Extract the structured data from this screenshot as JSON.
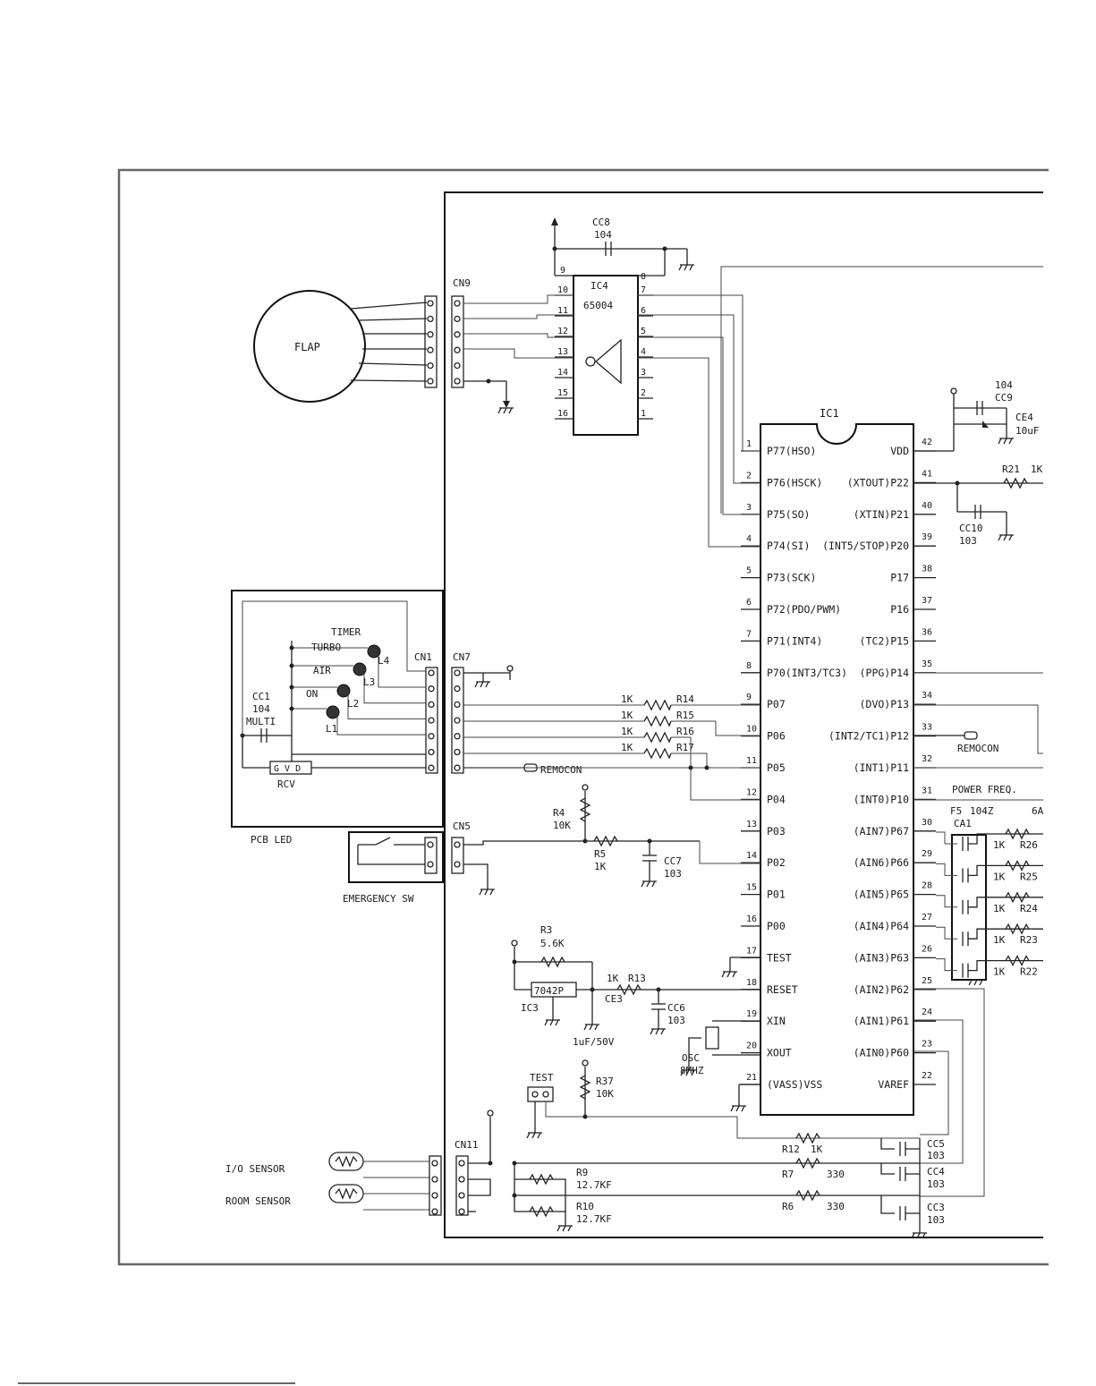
{
  "ic1": {
    "name": "IC1",
    "left_pins": [
      {
        "num": "1",
        "label": "P77(HSO)"
      },
      {
        "num": "2",
        "label": "P76(HSCK)"
      },
      {
        "num": "3",
        "label": "P75(SO)"
      },
      {
        "num": "4",
        "label": "P74(SI)"
      },
      {
        "num": "5",
        "label": "P73(SCK)"
      },
      {
        "num": "6",
        "label": "P72(PDO/PWM)"
      },
      {
        "num": "7",
        "label": "P71(INT4)"
      },
      {
        "num": "8",
        "label": "P70(INT3/TC3)"
      },
      {
        "num": "9",
        "label": "P07"
      },
      {
        "num": "10",
        "label": "P06"
      },
      {
        "num": "11",
        "label": "P05"
      },
      {
        "num": "12",
        "label": "P04"
      },
      {
        "num": "13",
        "label": "P03"
      },
      {
        "num": "14",
        "label": "P02"
      },
      {
        "num": "15",
        "label": "P01"
      },
      {
        "num": "16",
        "label": "P00"
      },
      {
        "num": "17",
        "label": "TEST"
      },
      {
        "num": "18",
        "label": "RESET"
      },
      {
        "num": "19",
        "label": "XIN"
      },
      {
        "num": "20",
        "label": "XOUT"
      },
      {
        "num": "21",
        "label": "(VASS)VSS"
      }
    ],
    "right_pins": [
      {
        "num": "42",
        "label": "VDD"
      },
      {
        "num": "41",
        "label": "(XTOUT)P22"
      },
      {
        "num": "40",
        "label": "(XTIN)P21"
      },
      {
        "num": "39",
        "label": "(INT5/STOP)P20"
      },
      {
        "num": "38",
        "label": "P17"
      },
      {
        "num": "37",
        "label": "P16"
      },
      {
        "num": "36",
        "label": "(TC2)P15"
      },
      {
        "num": "35",
        "label": "(PPG)P14"
      },
      {
        "num": "34",
        "label": "(DVO)P13"
      },
      {
        "num": "33",
        "label": "(INT2/TC1)P12"
      },
      {
        "num": "32",
        "label": "(INT1)P11"
      },
      {
        "num": "31",
        "label": "(INT0)P10"
      },
      {
        "num": "30",
        "label": "(AIN7)P67"
      },
      {
        "num": "29",
        "label": "(AIN6)P66"
      },
      {
        "num": "28",
        "label": "(AIN5)P65"
      },
      {
        "num": "27",
        "label": "(AIN4)P64"
      },
      {
        "num": "26",
        "label": "(AIN3)P63"
      },
      {
        "num": "25",
        "label": "(AIN2)P62"
      },
      {
        "num": "24",
        "label": "(AIN1)P61"
      },
      {
        "num": "23",
        "label": "(AIN0)P60"
      },
      {
        "num": "22",
        "label": "VAREF"
      }
    ]
  },
  "ic4": {
    "name": "IC4",
    "part": "65004",
    "left_pins": [
      "10",
      "11",
      "12",
      "13",
      "14",
      "15",
      "16"
    ],
    "right_pins": [
      "7",
      "6",
      "5",
      "4",
      "3",
      "2",
      "1"
    ],
    "top_left_pin": "9",
    "top_right_pin": "8"
  },
  "connectors": {
    "cn9": "CN9",
    "cn1": "CN1",
    "cn7": "CN7",
    "cn5": "CN5",
    "cn11": "CN11"
  },
  "flap": "FLAP",
  "pcb_led": {
    "title": "PCB LED",
    "leds": [
      {
        "name": "TIMER",
        "ref": "L4"
      },
      {
        "name": "TURBO",
        "ref": "L3"
      },
      {
        "name": "AIR",
        "ref": "L2"
      },
      {
        "name": "ON",
        "ref": "L1"
      }
    ],
    "cap_ref": "CC1",
    "cap_val": "104",
    "cap_type": "MULTI",
    "rcv_pins": "G V D",
    "rcv": "RCV"
  },
  "emergency_sw": "EMERGENCY SW",
  "remocon": "REMOCON",
  "resistors": {
    "r14": {
      "ref": "R14",
      "val": "1K"
    },
    "r15": {
      "ref": "R15",
      "val": "1K"
    },
    "r16": {
      "ref": "R16",
      "val": "1K"
    },
    "r17": {
      "ref": "R17",
      "val": "1K"
    },
    "r4": {
      "ref": "R4",
      "val": "10K"
    },
    "r5": {
      "ref": "R5",
      "val": "1K"
    },
    "r3": {
      "ref": "R3",
      "val": "5.6K"
    },
    "r13": {
      "ref": "R13",
      "val": "1K"
    },
    "r37": {
      "ref": "R37",
      "val": "10K"
    },
    "r12": {
      "ref": "R12",
      "val": "1K"
    },
    "r7": {
      "ref": "R7",
      "val": "330"
    },
    "r6": {
      "ref": "R6",
      "val": "330"
    },
    "r9": {
      "ref": "R9",
      "val": "12.7KF"
    },
    "r10": {
      "ref": "R10",
      "val": "12.7KF"
    },
    "r21": {
      "ref": "R21",
      "val": "1K"
    },
    "r26": {
      "ref": "R26",
      "val": "1K"
    },
    "r25": {
      "ref": "R25",
      "val": "1K"
    },
    "r24": {
      "ref": "R24",
      "val": "1K"
    },
    "r23": {
      "ref": "R23",
      "val": "1K"
    },
    "r22": {
      "ref": "R22",
      "val": "1K"
    }
  },
  "capacitors": {
    "cc8": {
      "ref": "CC8",
      "val": "104"
    },
    "cc9": {
      "ref": "CC9",
      "val": "104"
    },
    "ce4": {
      "ref": "CE4",
      "val": "10uF"
    },
    "cc10": {
      "ref": "CC10",
      "val": "103"
    },
    "cc7": {
      "ref": "CC7",
      "val": "103"
    },
    "cc6": {
      "ref": "CC6",
      "val": "103"
    },
    "ce3": {
      "ref": "CE3",
      "val": "1uF/50V"
    },
    "cc5": {
      "ref": "CC5",
      "val": "103"
    },
    "cc4": {
      "ref": "CC4",
      "val": "103"
    },
    "cc3": {
      "ref": "CC3",
      "val": "103"
    }
  },
  "ic3": {
    "ref": "IC3",
    "part": "7042P"
  },
  "osc": {
    "ref": "OSC",
    "val": "8MHZ"
  },
  "test_jumper": "TEST",
  "power_freq": "POWER FREQ.",
  "ca1": {
    "ref": "CA1",
    "f5": "F5",
    "val": "104Z",
    "extra": "6A"
  },
  "sensors": {
    "io": "I/O SENSOR",
    "room": "ROOM SENSOR"
  }
}
